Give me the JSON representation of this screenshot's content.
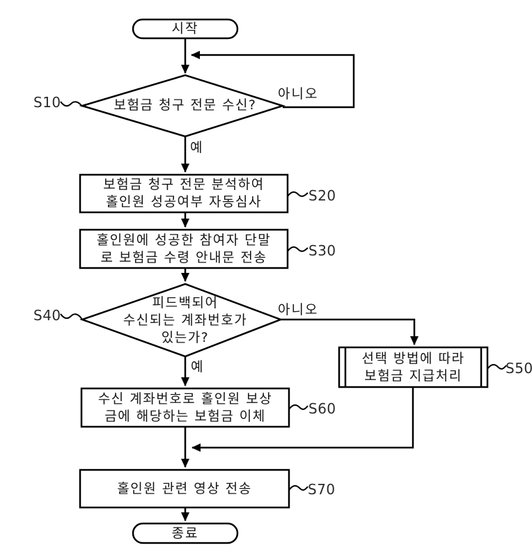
{
  "figure": {
    "type": "flowchart",
    "background": "#ffffff",
    "line_color": "#000000",
    "text_color": "#161616",
    "start_label": "시작",
    "end_label": "종료",
    "yes_label": "예",
    "no_label": "아니오",
    "nodes": {
      "s10": {
        "id": "S10",
        "shape": "decision",
        "lines": [
          "보험금 청구 전문 수신?"
        ]
      },
      "s20": {
        "id": "S20",
        "shape": "process",
        "lines": [
          "보험금 청구 전문 분석하여",
          "홀인원 성공여부 자동심사"
        ]
      },
      "s30": {
        "id": "S30",
        "shape": "process",
        "lines": [
          "홀인원에 성공한 참여자 단말",
          "로 보험금 수령 안내문 전송"
        ]
      },
      "s40": {
        "id": "S40",
        "shape": "decision",
        "lines": [
          "피드백되어",
          "수신되는 계좌번호가",
          "있는가?"
        ]
      },
      "s50": {
        "id": "S50",
        "shape": "predefined-process",
        "lines": [
          "선택 방법에 따라",
          "보험금 지급처리"
        ]
      },
      "s60": {
        "id": "S60",
        "shape": "process",
        "lines": [
          "수신 계좌번호로 홀인원 보상",
          "금에 해당하는 보험금 이체"
        ]
      },
      "s70": {
        "id": "S70",
        "shape": "process",
        "lines": [
          "홀인원 관련 영상 전송"
        ]
      }
    },
    "edges": [
      {
        "from": "start",
        "to": "s10"
      },
      {
        "from": "s10",
        "to": "s10",
        "label": "아니오",
        "note": "loop back when no message received"
      },
      {
        "from": "s10",
        "to": "s20",
        "label": "예"
      },
      {
        "from": "s20",
        "to": "s30"
      },
      {
        "from": "s30",
        "to": "s40"
      },
      {
        "from": "s40",
        "to": "s50",
        "label": "아니오"
      },
      {
        "from": "s40",
        "to": "s60",
        "label": "예"
      },
      {
        "from": "s50",
        "to": "s70"
      },
      {
        "from": "s60",
        "to": "s70"
      },
      {
        "from": "s70",
        "to": "end"
      }
    ]
  }
}
